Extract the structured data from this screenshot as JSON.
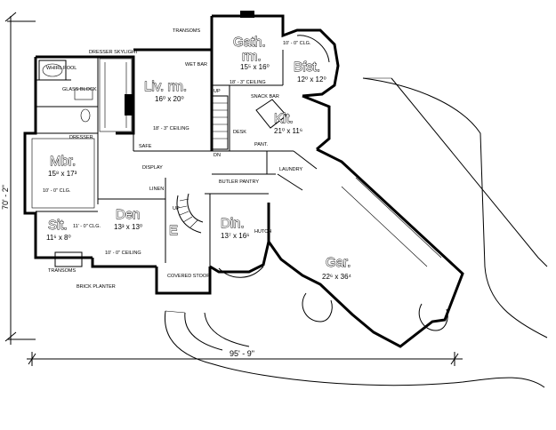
{
  "dimensions": {
    "overall_width": "95' - 9\"",
    "overall_depth": "70' - 2\""
  },
  "rooms": {
    "gathering": {
      "name_line1": "Gath.",
      "name_line2": "rm.",
      "size": "15⁵ x 16⁰",
      "ceiling": "10' - 0\" CLG."
    },
    "breakfast": {
      "name": "Bfst.",
      "size": "12⁰ x 12⁰"
    },
    "living": {
      "name": "Liv. rm.",
      "size": "16⁰ x 20⁰",
      "ceiling": "18' - 3\" CEILING"
    },
    "kitchen": {
      "name": "Kit.",
      "size": "21⁰ x 11⁶"
    },
    "master": {
      "name": "Mbr.",
      "size": "15⁸ x 17³",
      "ceiling": "10' - 0\" CLG."
    },
    "sitting": {
      "name": "Sit.",
      "size": "11⁶ x 8⁰",
      "ceiling": "11' - 0\" CLG."
    },
    "den": {
      "name": "Den",
      "size": "13³ x 13⁰",
      "ceiling": "10' - 0\" CEILING"
    },
    "entry": {
      "name": "E"
    },
    "dining": {
      "name": "Din.",
      "size": "13⁷ x 16⁶"
    },
    "garage": {
      "name": "Gar.",
      "size": "22⁶ x 36⁴"
    }
  },
  "labels": {
    "transoms_top": "TRANSOMS",
    "transoms_bottom": "TRANSOMS",
    "dresser_skylight": "DRESSER SKYLIGHT",
    "whirlpool": "WHIRL POOL",
    "glass_block": "GLASS BLOCK",
    "wet_bar": "WET BAR",
    "gath_ceiling": "18' - 3\" CEILING",
    "snack_bar": "SNACK BAR",
    "up": "UP",
    "dn": "DN",
    "desk": "DESK",
    "pantry": "PANT.",
    "dresser": "DRESSER",
    "safe": "SAFE",
    "display": "DISPLAY",
    "laundry": "LAUNDRY",
    "butler_pantry": "BUTLER PANTRY",
    "linen": "LINEN",
    "hutch": "HUTCH",
    "up_entry": "UP",
    "covered_stoop": "COVERED STOOP",
    "brick_planter": "BRICK PLANTER"
  }
}
